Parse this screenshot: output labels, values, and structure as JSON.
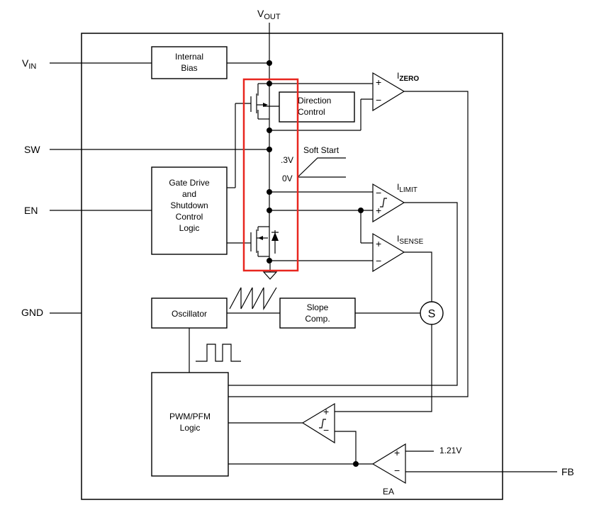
{
  "pins": {
    "vout": "V",
    "vout_sub": "OUT",
    "vin": "V",
    "vin_sub": "IN",
    "sw": "SW",
    "en": "EN",
    "gnd": "GND",
    "fb": "FB"
  },
  "blocks": {
    "internal_bias": [
      "Internal",
      "Bias"
    ],
    "direction_control": [
      "Direction",
      "Control"
    ],
    "gate_drive": [
      "Gate Drive",
      "and",
      "Shutdown",
      "Control",
      "Logic"
    ],
    "oscillator": "Oscillator",
    "slope_comp": [
      "Slope",
      "Comp."
    ],
    "pwm_logic": [
      "PWM/PFM",
      "Logic"
    ],
    "summer": "S"
  },
  "soft_start": {
    "title": "Soft Start",
    "high": ".3V",
    "low": "0V"
  },
  "comparators": {
    "izero": {
      "main": "I",
      "sub": "ZERO"
    },
    "ilimit": {
      "main": "I",
      "sub": "LIMIT"
    },
    "isense": {
      "main": "I",
      "sub": "SENSE"
    }
  },
  "error_amp": {
    "label": "EA",
    "reference": "1.21V"
  },
  "highlight_color": "#e8261f"
}
